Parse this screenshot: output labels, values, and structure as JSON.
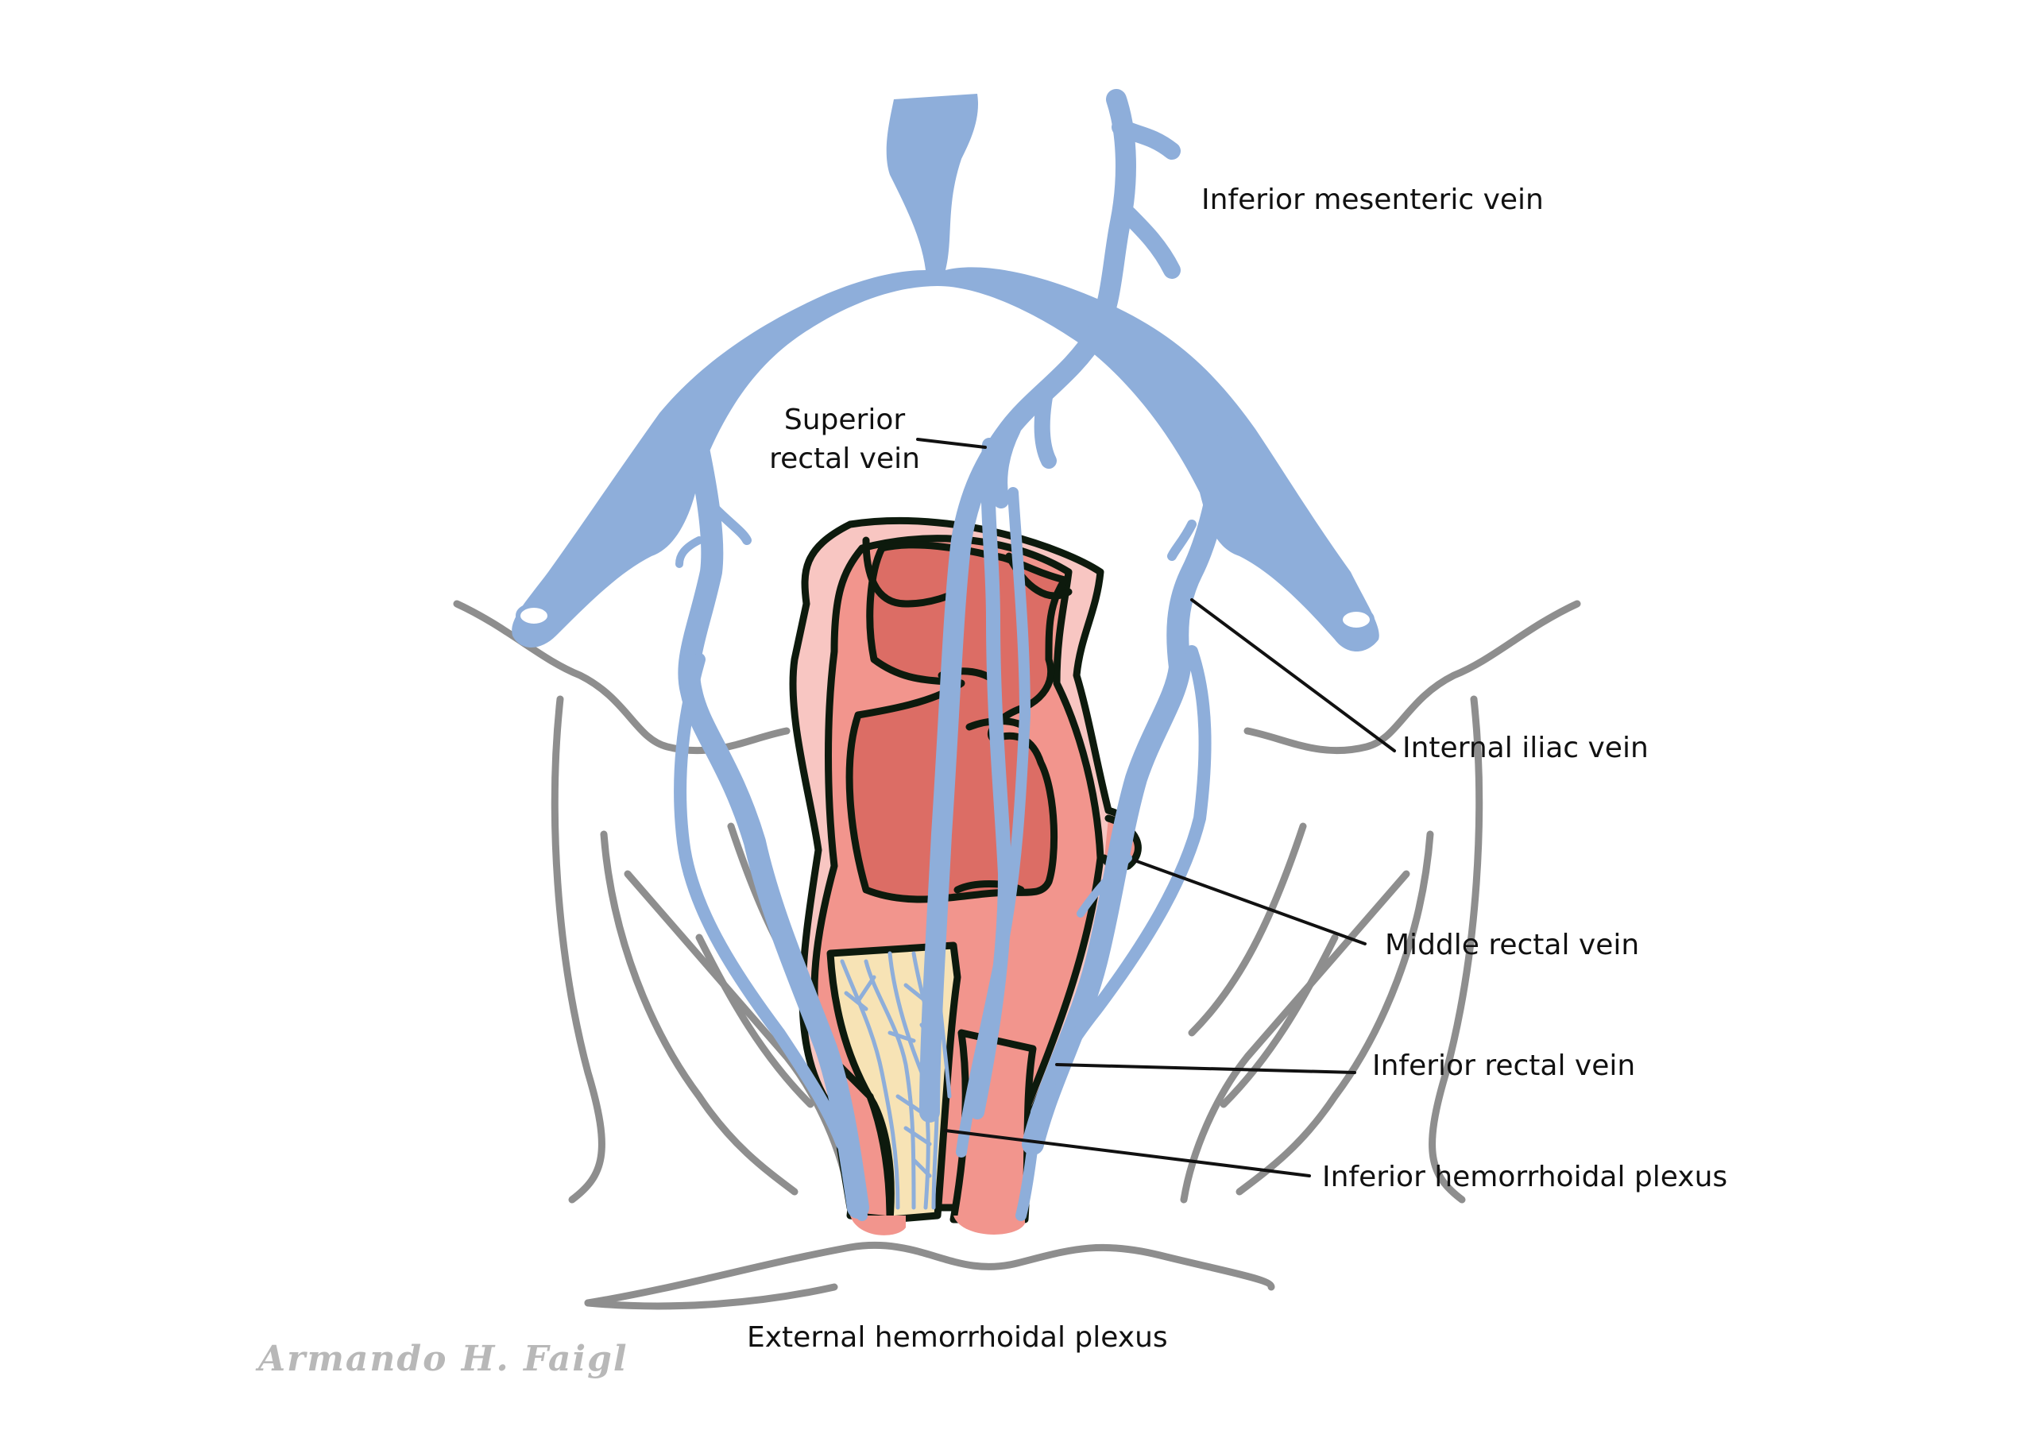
{
  "labels": {
    "inferior_mesenteric_vein": "Inferior mesenteric vein",
    "superior_rectal_vein_line1": "Superior",
    "superior_rectal_vein_line2": "rectal vein",
    "internal_iliac_vein": "Internal iliac vein",
    "middle_rectal_vein": "Middle rectal vein",
    "inferior_rectal_vein": "Inferior rectal vein",
    "inferior_hemorrhoidal_plexus": "Inferior hemorrhoidal plexus",
    "external_hemorrhoidal_plexus": "External hemorrhoidal plexus"
  },
  "signature": "Armando H. Faigl",
  "colors": {
    "vein": "#8EAEDA",
    "rectum_wall": "#F2958D",
    "rectum_inner": "#DC6D65",
    "rectum_outer_light": "#F8C6C2",
    "plexus_skin": "#F7E3B5",
    "outline": "#0d1a0d",
    "pelvis": "#8e8e8e",
    "leader_line": "#111111"
  }
}
